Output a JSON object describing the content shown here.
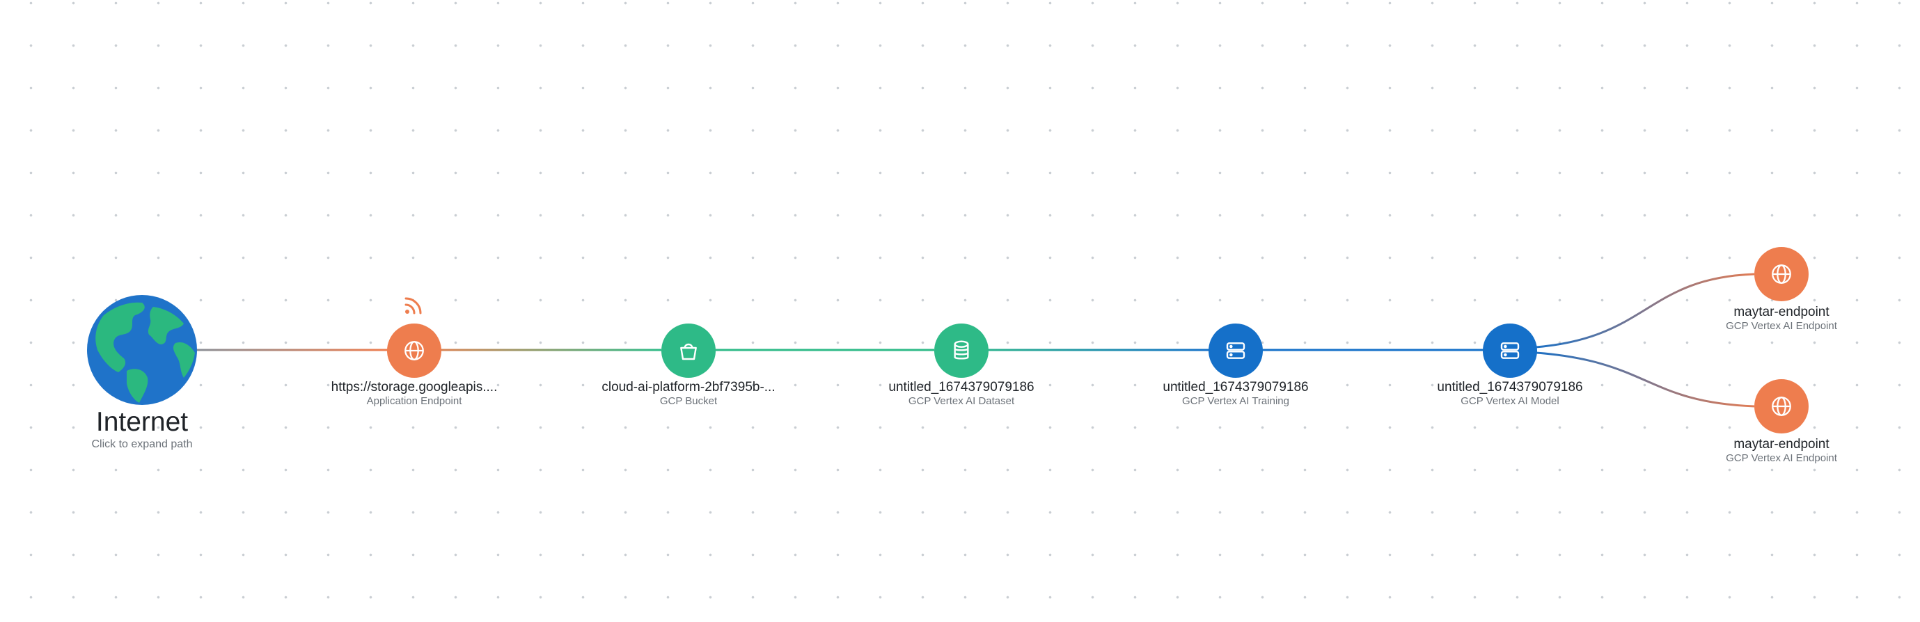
{
  "colors": {
    "orange": "#EE7D4E",
    "green": "#2EBA87",
    "blue": "#1570C9"
  },
  "internet": {
    "title": "Internet",
    "hint": "Click to expand path",
    "icon": "globe-icon"
  },
  "nodes": [
    {
      "id": "app-endpoint",
      "title": "https://storage.googleapis....",
      "subtitle": "Application Endpoint",
      "icon": "globe-icon",
      "color": "orange",
      "badge": "rss-icon"
    },
    {
      "id": "gcp-bucket",
      "title": "cloud-ai-platform-2bf7395b-...",
      "subtitle": "GCP Bucket",
      "icon": "bucket-icon",
      "color": "green"
    },
    {
      "id": "vertex-dataset",
      "title": "untitled_1674379079186",
      "subtitle": "GCP Vertex AI Dataset",
      "icon": "database-icon",
      "color": "green"
    },
    {
      "id": "vertex-training",
      "title": "untitled_1674379079186",
      "subtitle": "GCP Vertex AI Training",
      "icon": "server-icon",
      "color": "blue"
    },
    {
      "id": "vertex-model",
      "title": "untitled_1674379079186",
      "subtitle": "GCP Vertex AI Model",
      "icon": "server-icon",
      "color": "blue"
    },
    {
      "id": "vertex-endpoint-1",
      "title": "maytar-endpoint",
      "subtitle": "GCP Vertex AI Endpoint",
      "icon": "globe-icon",
      "color": "orange"
    },
    {
      "id": "vertex-endpoint-2",
      "title": "maytar-endpoint",
      "subtitle": "GCP Vertex AI Endpoint",
      "icon": "globe-icon",
      "color": "orange"
    }
  ]
}
